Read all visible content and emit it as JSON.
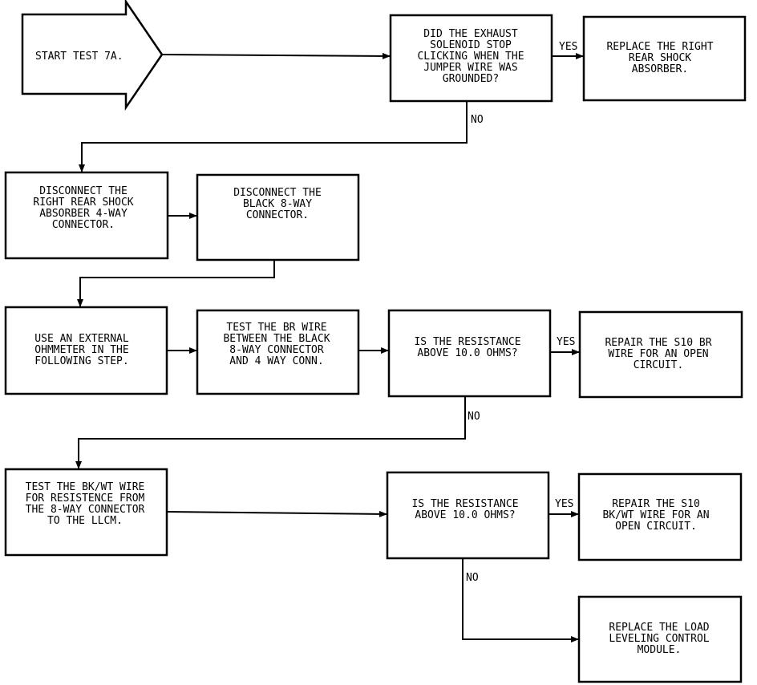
{
  "nodes": {
    "start": {
      "lines": [
        "START TEST 7A."
      ]
    },
    "q_exhaust": {
      "lines": [
        "DID THE EXHAUST",
        "SOLENOID STOP",
        "CLICKING WHEN THE",
        "JUMPER WIRE WAS",
        "GROUNDED?"
      ]
    },
    "replace_shock": {
      "lines": [
        "REPLACE THE RIGHT",
        "REAR SHOCK",
        "ABSORBER."
      ]
    },
    "disconnect_shock": {
      "lines": [
        "DISCONNECT THE",
        "RIGHT REAR SHOCK",
        "ABSORBER 4-WAY",
        "CONNECTOR."
      ]
    },
    "disconnect_black": {
      "lines": [
        "DISCONNECT THE",
        "BLACK 8-WAY",
        "CONNECTOR."
      ]
    },
    "use_ohmmeter": {
      "lines": [
        "USE AN EXTERNAL",
        "OHMMETER IN THE",
        "FOLLOWING STEP."
      ]
    },
    "test_br": {
      "lines": [
        "TEST THE BR WIRE",
        "BETWEEN THE BLACK",
        "8-WAY CONNECTOR",
        "AND 4 WAY CONN."
      ]
    },
    "q_res1": {
      "lines": [
        "IS THE RESISTANCE",
        "ABOVE 10.0 OHMS?"
      ]
    },
    "repair_br": {
      "lines": [
        "REPAIR THE S10 BR",
        "WIRE FOR AN OPEN",
        "CIRCUIT."
      ]
    },
    "test_bkwt": {
      "lines": [
        "TEST THE BK/WT WIRE",
        "FOR RESISTENCE FROM",
        "THE 8-WAY CONNECTOR",
        "TO THE LLCM."
      ]
    },
    "q_res2": {
      "lines": [
        "IS THE RESISTANCE",
        "ABOVE 10.0 OHMS?"
      ]
    },
    "repair_bkwt": {
      "lines": [
        "REPAIR THE S10",
        "BK/WT WIRE FOR AN",
        "OPEN CIRCUIT."
      ]
    },
    "replace_module": {
      "lines": [
        "REPLACE THE LOAD",
        "LEVELING CONTROL",
        "MODULE."
      ]
    }
  },
  "edge_labels": {
    "yes1": "YES",
    "no1": "NO",
    "yes2": "YES",
    "no2": "NO",
    "yes3": "YES",
    "no3": "NO"
  }
}
